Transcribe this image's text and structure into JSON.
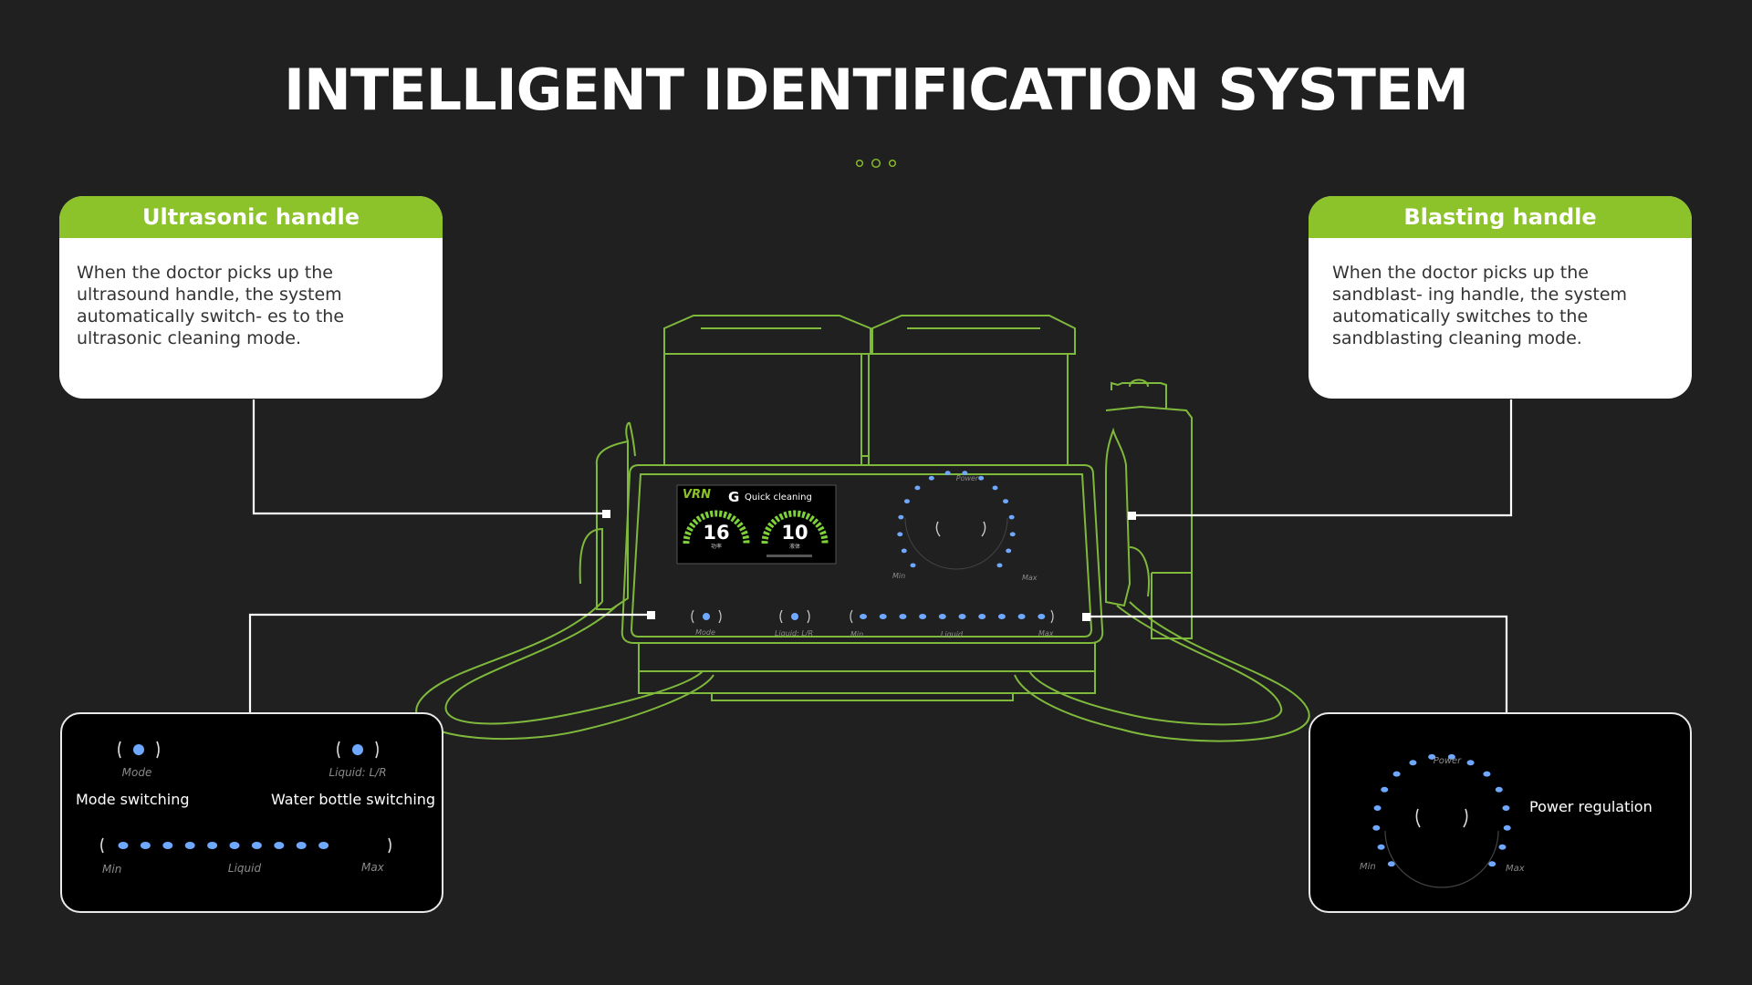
{
  "title": "INTELLIGENT IDENTIFICATION SYSTEM",
  "accent_color": "#8cc22a",
  "cards": {
    "left": {
      "heading": "Ultrasonic handle",
      "text": "When the doctor picks up the ultrasound handle, the system automatically switch- es to the ultrasonic cleaning mode."
    },
    "right": {
      "heading": "Blasting handle",
      "text": "When the doctor picks up the sandblast- ing handle, the system automatically switches to the sandblasting cleaning mode."
    }
  },
  "device": {
    "brand": "VRN",
    "g_letter": "G",
    "screen_title": "Quick cleaning",
    "gauge_1": "16",
    "gauge_2": "10",
    "gauge_1_sub": "功率",
    "gauge_2_sub": "液体",
    "power_label": "Power",
    "min_label": "Min",
    "max_label": "Max",
    "mode_label": "Mode",
    "liquid_lr_label": "Liquid: L/R",
    "liquid_label": "Liquid"
  },
  "panels": {
    "left": {
      "mode_label": "Mode",
      "liquid_lr_label": "Liquid: L/R",
      "mode_switching": "Mode switching",
      "water_bottle_switching": "Water bottle switching",
      "min_label": "Min",
      "liquid_label": "Liquid",
      "max_label": "Max"
    },
    "right": {
      "power_label": "Power",
      "power_regulation": "Power regulation",
      "min_label": "Min",
      "max_label": "Max"
    }
  }
}
